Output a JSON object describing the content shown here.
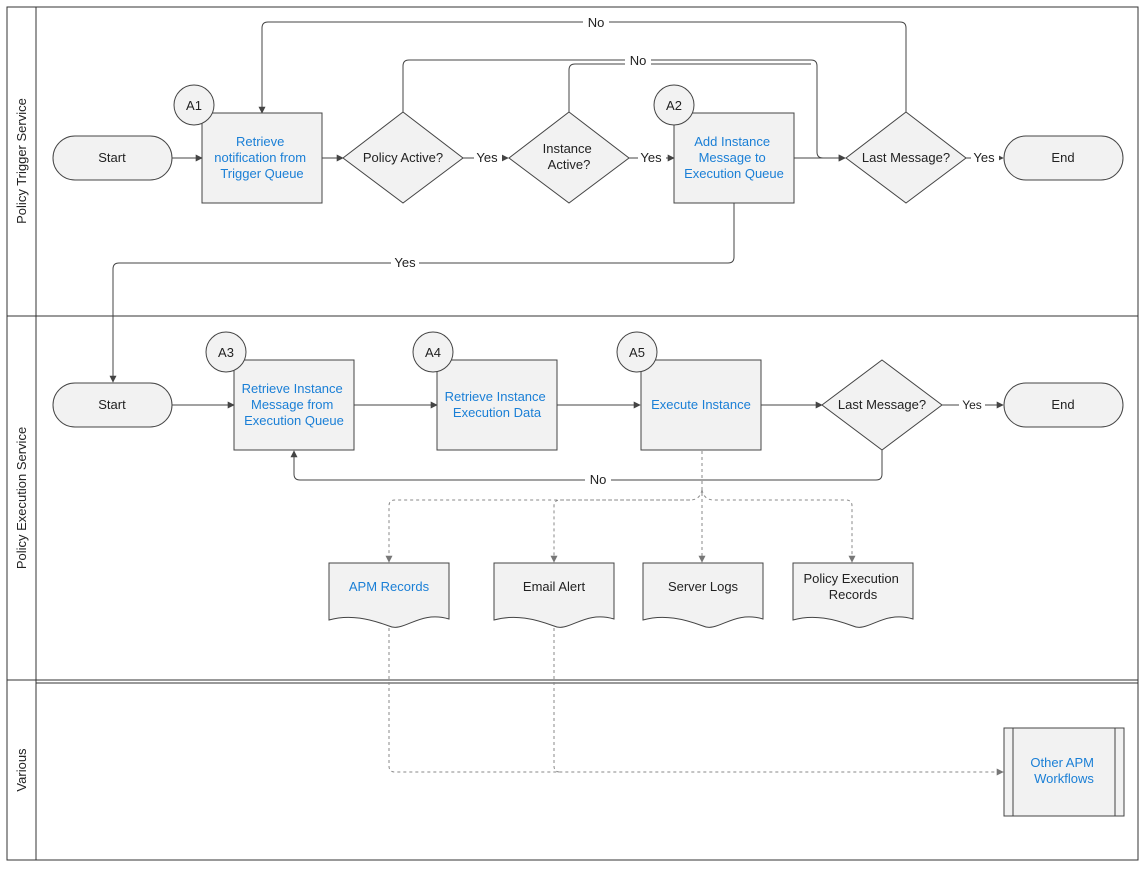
{
  "lanes": {
    "trigger": "Policy Trigger Service",
    "execution": "Policy Execution Service",
    "various": "Various"
  },
  "badges": {
    "a1": "A1",
    "a2": "A2",
    "a3": "A3",
    "a4": "A4",
    "a5": "A5"
  },
  "trigger_lane": {
    "start": "Start",
    "retrieve_notification": [
      "Retrieve",
      "notification from",
      "Trigger Queue"
    ],
    "policy_active": "Policy Active?",
    "instance_active": [
      "Instance",
      "Active?"
    ],
    "add_instance": [
      "Add Instance",
      "Message to",
      "Execution Queue"
    ],
    "last_message": "Last Message?",
    "end": "End"
  },
  "execution_lane": {
    "start": "Start",
    "retrieve_instance_message": [
      "Retrieve Instance",
      "Message from",
      "Execution Queue"
    ],
    "retrieve_execution_data": [
      "Retrieve Instance",
      "Execution Data"
    ],
    "execute_instance": "Execute Instance",
    "last_message": "Last Message?",
    "end": "End"
  },
  "outputs": {
    "apm_records": "APM Records",
    "email_alert": "Email Alert",
    "server_logs": "Server Logs",
    "policy_execution_records": [
      "Policy Execution",
      "Records"
    ]
  },
  "various_lane": {
    "other_workflows": [
      "Other APM",
      "Workflows"
    ]
  },
  "edge_labels": {
    "yes": "Yes",
    "no": "No"
  },
  "colors": {
    "link": "#1a7fd6",
    "shape_fill": "#f2f2f2",
    "stroke": "#444444"
  }
}
